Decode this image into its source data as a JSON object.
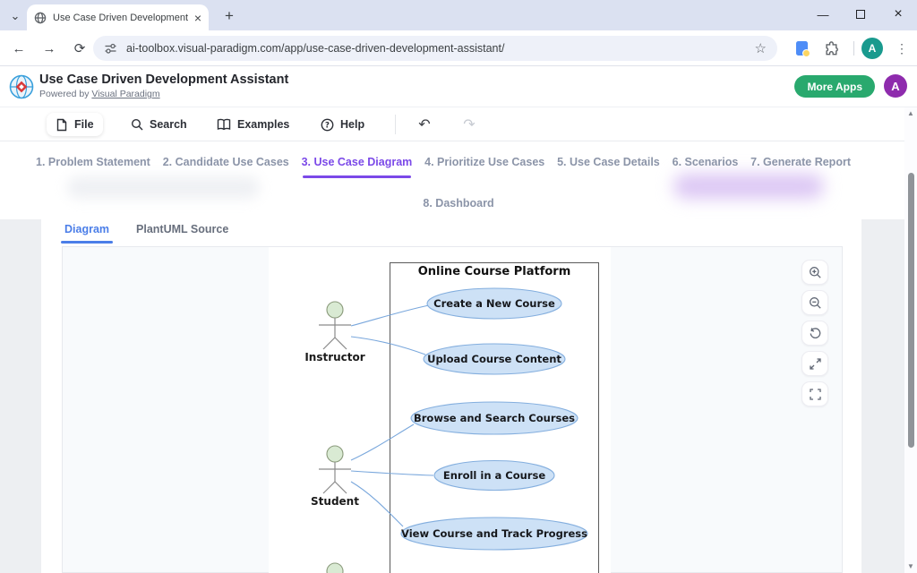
{
  "browser": {
    "tab_title": "Use Case Driven Development /",
    "url": "ai-toolbox.visual-paradigm.com/app/use-case-driven-development-assistant/",
    "profile_letter": "A"
  },
  "icons": {
    "tab_chevron": "⌄",
    "close": "×",
    "new_tab": "+",
    "minimize": "—",
    "back": "←",
    "forward": "→",
    "reload": "⟳",
    "star": "☆",
    "menu": "⋮",
    "undo": "↶",
    "redo": "↷",
    "scroll_up": "▲",
    "scroll_down": "▼"
  },
  "header": {
    "title": "Use Case Driven Development Assistant",
    "powered_by_prefix": "Powered by",
    "powered_by_link": "Visual Paradigm",
    "more_apps": "More Apps",
    "avatar_letter": "A"
  },
  "toolbar": {
    "file": "File",
    "search": "Search",
    "examples": "Examples",
    "help": "Help"
  },
  "steps": {
    "items": [
      "1. Problem Statement",
      "2. Candidate Use Cases",
      "3. Use Case Diagram",
      "4. Prioritize Use Cases",
      "5. Use Case Details",
      "6. Scenarios",
      "7. Generate Report"
    ],
    "active": "3. Use Case Diagram",
    "dashboard": "8. Dashboard"
  },
  "tabs": {
    "diagram": "Diagram",
    "source": "PlantUML Source"
  },
  "diagram": {
    "system_title": "Online Course Platform",
    "actors": [
      "Instructor",
      "Student"
    ],
    "use_cases": [
      "Create a New Course",
      "Upload Course Content",
      "Browse and Search Courses",
      "Enroll in a Course",
      "View Course and Track Progress"
    ]
  },
  "colors": {
    "accent_purple": "#7b49e8",
    "tab_blue": "#4b7ee8",
    "more_apps_green": "#29a96e",
    "app_avatar_purple": "#8e2bad",
    "browser_avatar_teal": "#199a8e",
    "usecase_fill": "#cde1f6",
    "usecase_border": "#83aede",
    "actor_head_fill": "#d9ead3",
    "connector_blue": "#79a7dc"
  }
}
